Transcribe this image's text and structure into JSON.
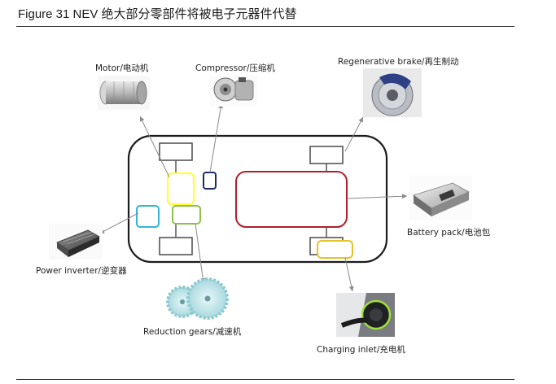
{
  "figure": {
    "title": "Figure 31 NEV 绝大部分零部件将被电子元器件代替"
  },
  "components": {
    "motor": {
      "label": "Motor/电动机",
      "color": "#ffff3a"
    },
    "compressor": {
      "label": "Compressor/压缩机",
      "color": "#1f2a6b"
    },
    "regen_brake": {
      "label": "Regenerative brake/再生制动"
    },
    "battery_pack": {
      "label": "Battery pack/电池包",
      "color": "#b0202a"
    },
    "charging_inlet": {
      "label": "Charging inlet/充电机",
      "color": "#e8c22a"
    },
    "reduction_gears": {
      "label": "Reduction gears/减速机",
      "color": "#8bc34a"
    },
    "power_inverter": {
      "label": "Power inverter/逆变器",
      "color": "#35b5d6"
    }
  }
}
